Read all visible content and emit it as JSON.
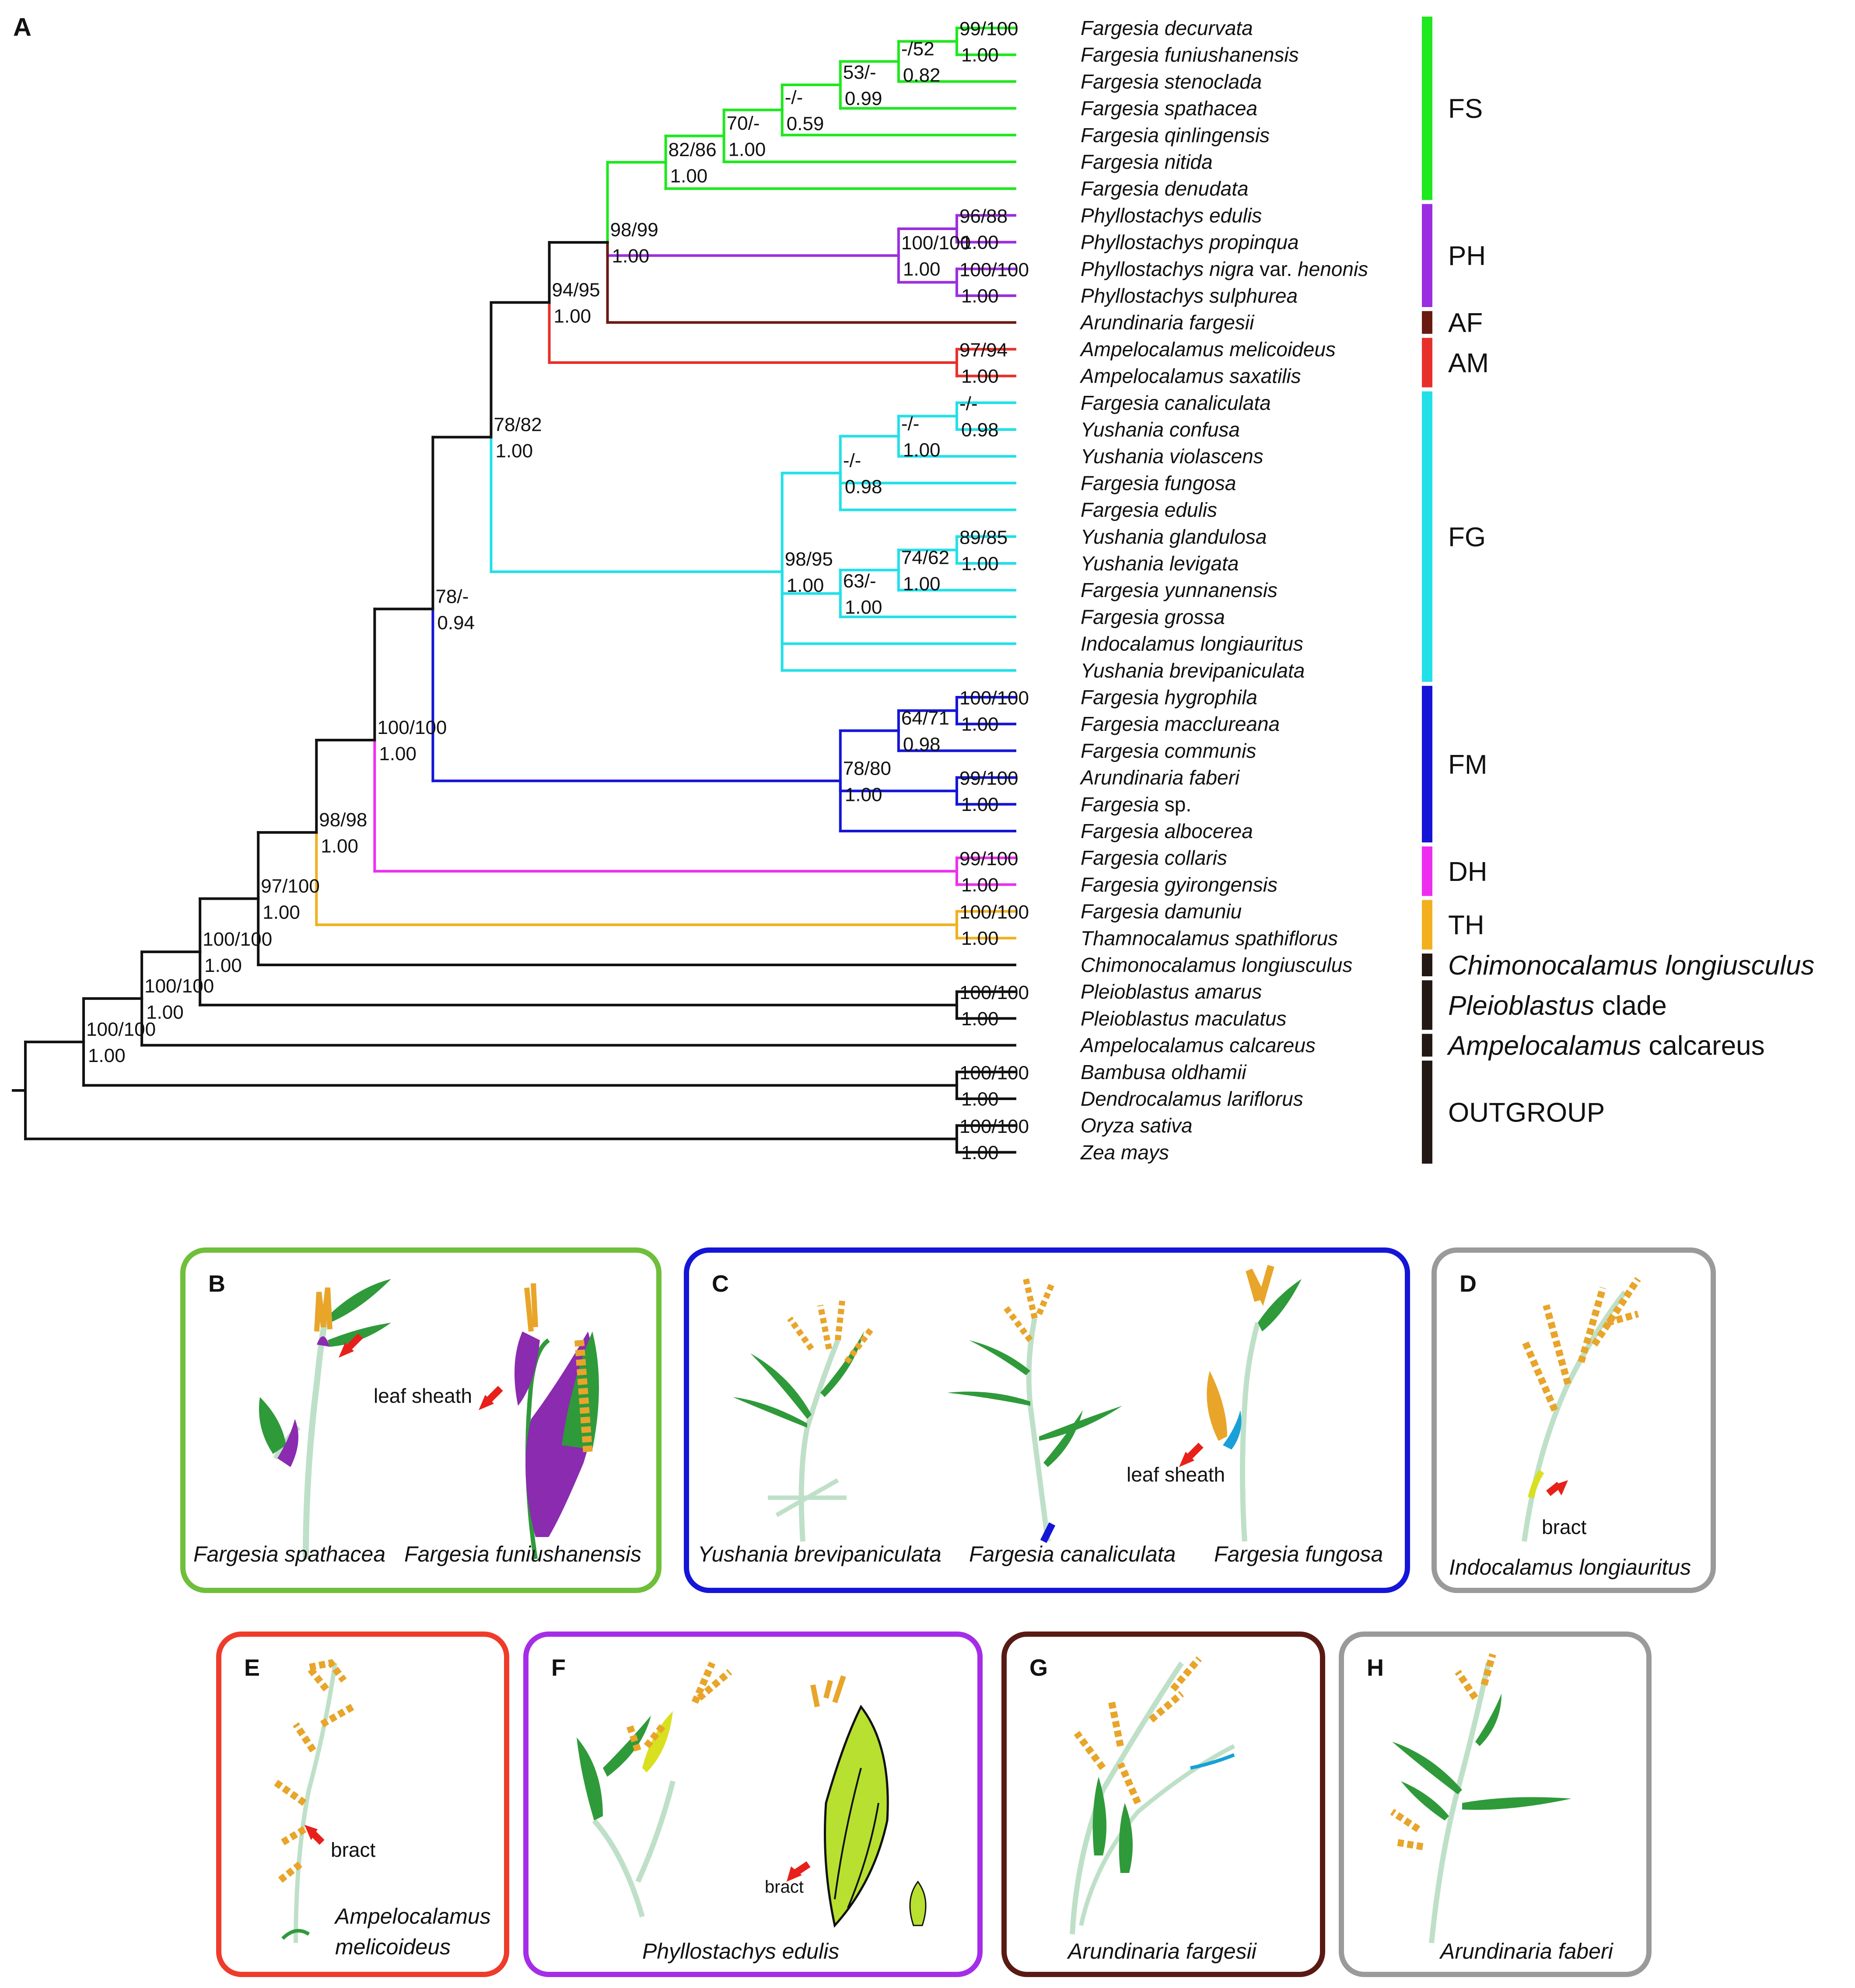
{
  "panel_a_label": "A",
  "leaves": [
    {
      "parts": [
        [
          "Fargesia decurvata",
          true
        ]
      ]
    },
    {
      "parts": [
        [
          "Fargesia funiushanensis",
          true
        ]
      ]
    },
    {
      "parts": [
        [
          "Fargesia stenoclada",
          true
        ]
      ]
    },
    {
      "parts": [
        [
          "Fargesia spathacea",
          true
        ]
      ]
    },
    {
      "parts": [
        [
          "Fargesia qinlingensis",
          true
        ]
      ]
    },
    {
      "parts": [
        [
          "Fargesia nitida",
          true
        ]
      ]
    },
    {
      "parts": [
        [
          "Fargesia denudata",
          true
        ]
      ]
    },
    {
      "parts": [
        [
          "Phyllostachys edulis",
          true
        ]
      ]
    },
    {
      "parts": [
        [
          "Phyllostachys propinqua",
          true
        ]
      ]
    },
    {
      "parts": [
        [
          "Phyllostachys nigra",
          true
        ],
        [
          " var. ",
          false
        ],
        [
          "henonis",
          true
        ]
      ]
    },
    {
      "parts": [
        [
          "Phyllostachys sulphurea",
          true
        ]
      ]
    },
    {
      "parts": [
        [
          "Arundinaria fargesii",
          true
        ]
      ]
    },
    {
      "parts": [
        [
          "Ampelocalamus melicoideus",
          true
        ]
      ]
    },
    {
      "parts": [
        [
          "Ampelocalamus saxatilis",
          true
        ]
      ]
    },
    {
      "parts": [
        [
          "Fargesia canaliculata",
          true
        ]
      ]
    },
    {
      "parts": [
        [
          "Yushania confusa",
          true
        ]
      ]
    },
    {
      "parts": [
        [
          "Yushania violascens",
          true
        ]
      ]
    },
    {
      "parts": [
        [
          "Fargesia fungosa",
          true
        ]
      ]
    },
    {
      "parts": [
        [
          "Fargesia edulis",
          true
        ]
      ]
    },
    {
      "parts": [
        [
          "Yushania glandulosa",
          true
        ]
      ]
    },
    {
      "parts": [
        [
          "Yushania levigata",
          true
        ]
      ]
    },
    {
      "parts": [
        [
          "Fargesia yunnanensis",
          true
        ]
      ]
    },
    {
      "parts": [
        [
          "Fargesia grossa",
          true
        ]
      ]
    },
    {
      "parts": [
        [
          "Indocalamus longiauritus",
          true
        ]
      ]
    },
    {
      "parts": [
        [
          "Yushania brevipaniculata",
          true
        ]
      ]
    },
    {
      "parts": [
        [
          "Fargesia hygrophila",
          true
        ]
      ]
    },
    {
      "parts": [
        [
          "Fargesia macclureana",
          true
        ]
      ]
    },
    {
      "parts": [
        [
          "Fargesia communis",
          true
        ]
      ]
    },
    {
      "parts": [
        [
          "Arundinaria faberi",
          true
        ]
      ]
    },
    {
      "parts": [
        [
          "Fargesia",
          true
        ],
        [
          " sp.",
          false
        ]
      ]
    },
    {
      "parts": [
        [
          "Fargesia albocerea",
          true
        ]
      ]
    },
    {
      "parts": [
        [
          "Fargesia collaris",
          true
        ]
      ]
    },
    {
      "parts": [
        [
          "Fargesia gyirongensis",
          true
        ]
      ]
    },
    {
      "parts": [
        [
          "Fargesia damuniu",
          true
        ]
      ]
    },
    {
      "parts": [
        [
          "Thamnocalamus spathiflorus",
          true
        ]
      ]
    },
    {
      "parts": [
        [
          "Chimonocalamus longiusculus",
          true
        ]
      ]
    },
    {
      "parts": [
        [
          "Pleioblastus amarus",
          true
        ]
      ]
    },
    {
      "parts": [
        [
          "Pleioblastus maculatus",
          true
        ]
      ]
    },
    {
      "parts": [
        [
          "Ampelocalamus calcareus",
          true
        ]
      ]
    },
    {
      "parts": [
        [
          "Bambusa oldhamii",
          true
        ]
      ]
    },
    {
      "parts": [
        [
          "Dendrocalamus lariflorus",
          true
        ]
      ]
    },
    {
      "parts": [
        [
          "Oryza sativa",
          true
        ]
      ]
    },
    {
      "parts": [
        [
          "Zea mays",
          true
        ]
      ]
    }
  ],
  "nodes": [
    {
      "id": "n1",
      "children": [
        0,
        1
      ],
      "support": "99/100",
      "pp": "1.00",
      "color": "#1ee81e"
    },
    {
      "id": "n2",
      "children": [
        "n1",
        2
      ],
      "support": "-/52",
      "pp": "0.82",
      "color": "#1ee81e"
    },
    {
      "id": "n3",
      "children": [
        "n2",
        3
      ],
      "support": "53/-",
      "pp": "0.99",
      "color": "#1ee81e"
    },
    {
      "id": "n4",
      "children": [
        "n3",
        4
      ],
      "support": "-/-",
      "pp": "0.59",
      "color": "#1ee81e"
    },
    {
      "id": "n5",
      "children": [
        "n4",
        5
      ],
      "support": "70/-",
      "pp": "1.00",
      "color": "#1ee81e"
    },
    {
      "id": "n6",
      "children": [
        "n5",
        6
      ],
      "support": "82/86",
      "pp": "1.00",
      "color": "#1ee81e"
    },
    {
      "id": "n7",
      "children": [
        7,
        8
      ],
      "support": "96/88",
      "pp": "1.00",
      "color": "#9b2ee0"
    },
    {
      "id": "n8",
      "children": [
        9,
        10
      ],
      "support": "100/100",
      "pp": "1.00",
      "color": "#9b2ee0"
    },
    {
      "id": "n9",
      "children": [
        "n7",
        "n8"
      ],
      "support": "100/100",
      "pp": "1.00",
      "color": "#9b2ee0"
    },
    {
      "id": "n10",
      "children": [
        "n6",
        "n9",
        11
      ],
      "support": "98/99",
      "pp": "1.00",
      "color": "#111111",
      "childColors": {
        "n6": "#1ee81e",
        "n9": "#9b2ee0",
        "11": "#6b1a12"
      }
    },
    {
      "id": "n11",
      "children": [
        12,
        13
      ],
      "support": "97/94",
      "pp": "1.00",
      "color": "#e8302a"
    },
    {
      "id": "n12",
      "children": [
        "n10",
        "n11"
      ],
      "support": "94/95",
      "pp": "1.00",
      "color": "#111111",
      "childColors": {
        "n11": "#e8302a"
      }
    },
    {
      "id": "n13",
      "children": [
        14,
        15
      ],
      "support": "-/-",
      "pp": "0.98",
      "color": "#22e0e8"
    },
    {
      "id": "n14",
      "children": [
        "n13",
        16
      ],
      "support": "-/-",
      "pp": "1.00",
      "color": "#22e0e8"
    },
    {
      "id": "n15",
      "children": [
        "n14",
        17,
        18
      ],
      "support": "-/-",
      "pp": "0.98",
      "color": "#22e0e8"
    },
    {
      "id": "n16",
      "children": [
        19,
        20
      ],
      "support": "89/85",
      "pp": "1.00",
      "color": "#22e0e8"
    },
    {
      "id": "n17",
      "children": [
        "n16",
        21
      ],
      "support": "74/62",
      "pp": "1.00",
      "color": "#22e0e8"
    },
    {
      "id": "n18",
      "children": [
        "n17",
        22
      ],
      "support": "63/-",
      "pp": "1.00",
      "color": "#22e0e8"
    },
    {
      "id": "n19",
      "children": [
        "n15",
        "n18",
        23,
        24
      ],
      "support": "98/95",
      "pp": "1.00",
      "color": "#22e0e8"
    },
    {
      "id": "n20",
      "children": [
        "n12",
        "n19"
      ],
      "support": "78/82",
      "pp": "1.00",
      "color": "#111111",
      "childColors": {
        "n19": "#22e0e8"
      }
    },
    {
      "id": "n21",
      "children": [
        25,
        26
      ],
      "support": "100/100",
      "pp": "1.00",
      "color": "#1515d8"
    },
    {
      "id": "n22",
      "children": [
        "n21",
        27
      ],
      "support": "64/71",
      "pp": "0.98",
      "color": "#1515d8"
    },
    {
      "id": "n23",
      "children": [
        28,
        29
      ],
      "support": "99/100",
      "pp": "1.00",
      "color": "#1515d8"
    },
    {
      "id": "n24",
      "children": [
        "n22",
        "n23",
        30
      ],
      "support": "78/80",
      "pp": "1.00",
      "color": "#1515d8"
    },
    {
      "id": "n25",
      "children": [
        "n20",
        "n24"
      ],
      "support": "78/-",
      "pp": "0.94",
      "color": "#1515d8",
      "childColors": {
        "n20": "#111111"
      }
    },
    {
      "id": "n26",
      "children": [
        31,
        32
      ],
      "support": "99/100",
      "pp": "1.00",
      "color": "#ee2eee"
    },
    {
      "id": "n27",
      "children": [
        "n25",
        "n26"
      ],
      "support": "100/100",
      "pp": "1.00",
      "color": "#111111",
      "childColors": {
        "n26": "#ee2eee"
      }
    },
    {
      "id": "n28",
      "children": [
        33,
        34
      ],
      "support": "100/100",
      "pp": "1.00",
      "color": "#f2b01e"
    },
    {
      "id": "n29",
      "children": [
        "n27",
        "n28"
      ],
      "support": "98/98",
      "pp": "1.00",
      "color": "#111111",
      "childColors": {
        "n28": "#f2b01e"
      }
    },
    {
      "id": "n30",
      "children": [
        "n29",
        35
      ],
      "support": "97/100",
      "pp": "1.00",
      "color": "#111111"
    },
    {
      "id": "n31",
      "children": [
        36,
        37
      ],
      "support": "100/100",
      "pp": "1.00",
      "color": "#111111"
    },
    {
      "id": "n32",
      "children": [
        "n30",
        "n31"
      ],
      "support": "100/100",
      "pp": "1.00",
      "color": "#111111"
    },
    {
      "id": "n33",
      "children": [
        "n32",
        38
      ],
      "support": "100/100",
      "pp": "1.00",
      "color": "#111111"
    },
    {
      "id": "n34",
      "children": [
        39,
        40
      ],
      "support": "100/100",
      "pp": "1.00",
      "color": "#111111"
    },
    {
      "id": "n35",
      "children": [
        "n33",
        "n34"
      ],
      "support": "100/100",
      "pp": "1.00",
      "color": "#111111"
    },
    {
      "id": "n36",
      "children": [
        41,
        42
      ],
      "support": "100/100",
      "pp": "1.00",
      "color": "#111111"
    },
    {
      "id": "n37",
      "children": [
        "n35",
        "n36"
      ],
      "support": "",
      "pp": "",
      "color": "#111111"
    }
  ],
  "clades": [
    {
      "from": 0,
      "to": 6,
      "color": "#1ee81e",
      "parts": [
        [
          "FS",
          false
        ]
      ]
    },
    {
      "from": 7,
      "to": 10,
      "color": "#9b2ee0",
      "parts": [
        [
          "PH",
          false
        ]
      ]
    },
    {
      "from": 11,
      "to": 11,
      "color": "#6b1a12",
      "parts": [
        [
          "AF",
          false
        ]
      ]
    },
    {
      "from": 12,
      "to": 13,
      "color": "#e8302a",
      "parts": [
        [
          "AM",
          false
        ]
      ]
    },
    {
      "from": 14,
      "to": 24,
      "color": "#22e0e8",
      "parts": [
        [
          "FG",
          false
        ]
      ]
    },
    {
      "from": 25,
      "to": 30,
      "color": "#1515d8",
      "parts": [
        [
          "FM",
          false
        ]
      ]
    },
    {
      "from": 31,
      "to": 32,
      "color": "#ee2eee",
      "parts": [
        [
          "DH",
          false
        ]
      ]
    },
    {
      "from": 33,
      "to": 34,
      "color": "#f2b01e",
      "parts": [
        [
          "TH",
          false
        ]
      ]
    },
    {
      "from": 35,
      "to": 35,
      "color": "#241815",
      "parts": [
        [
          "Chimonocalamus longiusculus",
          true
        ]
      ]
    },
    {
      "from": 36,
      "to": 37,
      "color": "#241815",
      "parts": [
        [
          "Pleioblastus",
          true
        ],
        [
          " clade",
          false
        ]
      ]
    },
    {
      "from": 38,
      "to": 38,
      "color": "#241815",
      "parts": [
        [
          "Ampelocalamus",
          true
        ],
        [
          " calcareus",
          false
        ]
      ]
    },
    {
      "from": 39,
      "to": 42,
      "color": "#241815",
      "parts": [
        [
          "OUTGROUP",
          false
        ]
      ]
    }
  ],
  "panels": {
    "B": {
      "label": "B",
      "border": "#6fbf3a",
      "cap1": "Fargesia spathacea",
      "cap2": "Fargesia funiushanensis",
      "note": "leaf sheath"
    },
    "C": {
      "label": "C",
      "border": "#1515d8",
      "cap1": "Yushania brevipaniculata",
      "cap2": "Fargesia canaliculata",
      "cap3": "Fargesia fungosa",
      "note": "leaf sheath"
    },
    "D": {
      "label": "D",
      "border": "#9a9a9a",
      "cap1": "Indocalamus longiauritus",
      "note": "bract"
    },
    "E": {
      "label": "E",
      "border": "#ee3b2a",
      "cap1": "Ampelocalamus",
      "cap2": "melicoideus",
      "note": "bract"
    },
    "F": {
      "label": "F",
      "border": "#a52de8",
      "cap1": "Phyllostachys edulis",
      "note": "bract"
    },
    "G": {
      "label": "G",
      "border": "#5a1a14",
      "cap1": "Arundinaria fargesii"
    },
    "H": {
      "label": "H",
      "border": "#9a9a9a",
      "cap1": "Arundinaria faberi"
    }
  },
  "colors": {
    "arrow": "#e8201a",
    "leaf_green": "#2f9a3a",
    "spikelet": "#e8a52a",
    "sheath_purple": "#8a2bb0",
    "stem": "#bfe0c8"
  }
}
